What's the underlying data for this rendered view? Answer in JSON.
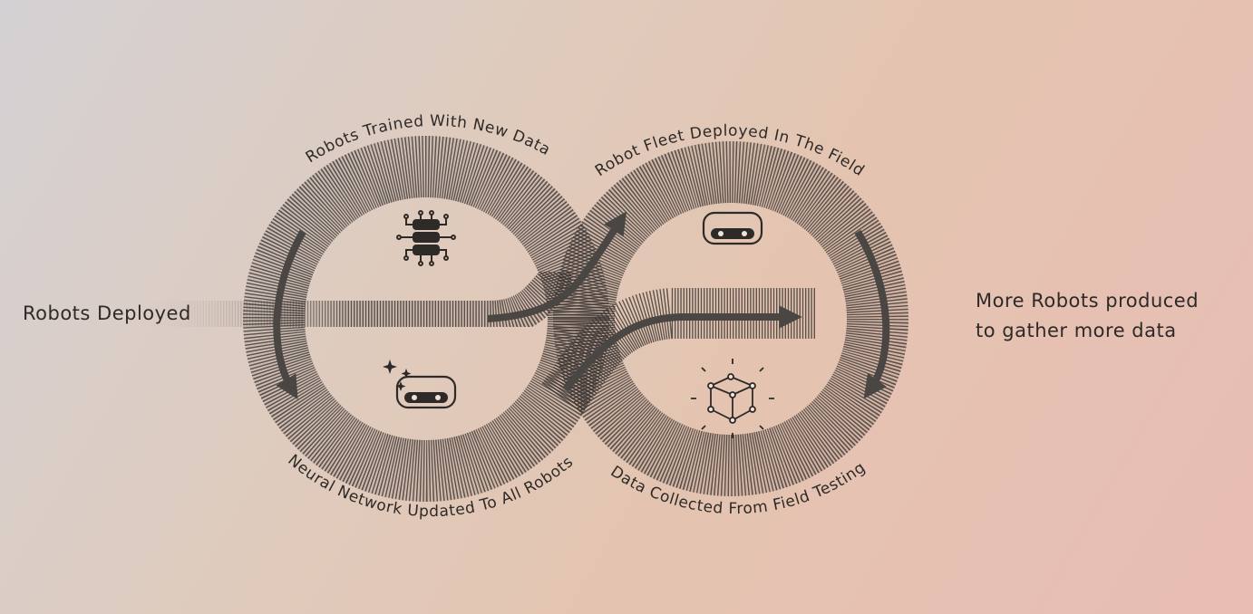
{
  "diagram": {
    "start_label": "Robots Deployed",
    "end_label_line1": "More Robots produced",
    "end_label_line2": "to gather more data",
    "stages": {
      "trained": "Robots Trained With New Data",
      "fleet": "Robot Fleet Deployed In The Field",
      "updated": "Neural Network Updated To All Robots",
      "collected": "Data Collected From Field Testing"
    },
    "icons": {
      "top_left": "database-chip-icon",
      "top_right": "robot-icon",
      "bottom_left": "robot-sparkle-icon",
      "bottom_right": "cube-network-icon"
    },
    "colors": {
      "band": "#3a3532",
      "arrow": "#4a4643",
      "text": "#2e2a28"
    }
  }
}
